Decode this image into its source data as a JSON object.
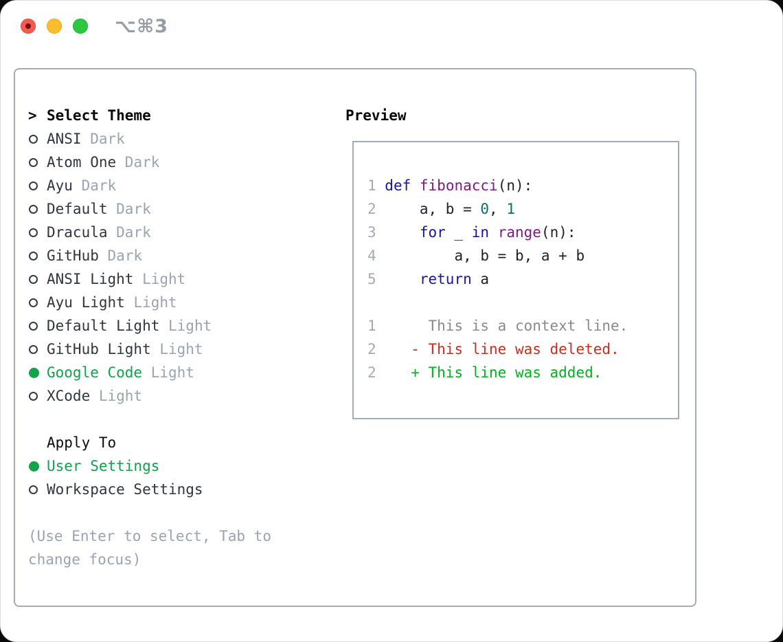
{
  "titlebar": {
    "shortcut": "⌥⌘3",
    "lights": [
      "close",
      "minimize",
      "maximize"
    ]
  },
  "colors": {
    "selected_green": "#12a24b",
    "meta_gray": "#9aa3b2",
    "panel_border": "#a3abb8",
    "keyword_blue": "#16169b",
    "type_purple": "#7d1a7d",
    "literal_teal": "#0d6e6e",
    "diff_red": "#cc2e1d",
    "diff_green": "#00b41f"
  },
  "theme_list": {
    "header": "Select Theme",
    "header_marker": ">",
    "items": [
      {
        "name": "ANSI",
        "tag": "Dark",
        "selected": false
      },
      {
        "name": "Atom One",
        "tag": "Dark",
        "selected": false
      },
      {
        "name": "Ayu",
        "tag": "Dark",
        "selected": false
      },
      {
        "name": "Default",
        "tag": "Dark",
        "selected": false
      },
      {
        "name": "Dracula",
        "tag": "Dark",
        "selected": false
      },
      {
        "name": "GitHub",
        "tag": "Dark",
        "selected": false
      },
      {
        "name": "ANSI Light",
        "tag": "Light",
        "selected": false
      },
      {
        "name": "Ayu Light",
        "tag": "Light",
        "selected": false
      },
      {
        "name": "Default Light",
        "tag": "Light",
        "selected": false
      },
      {
        "name": "GitHub Light",
        "tag": "Light",
        "selected": false
      },
      {
        "name": "Google Code",
        "tag": "Light",
        "selected": true
      },
      {
        "name": "XCode",
        "tag": "Light",
        "selected": false
      }
    ]
  },
  "apply_to": {
    "header": "Apply To",
    "options": [
      {
        "label": "User Settings",
        "selected": true
      },
      {
        "label": "Workspace Settings",
        "selected": false
      }
    ]
  },
  "help_text": "(Use Enter to select, Tab to change focus)",
  "preview": {
    "header": "Preview",
    "lines": [
      {
        "tokens": [
          {
            "t": "1 ",
            "c": "num"
          },
          {
            "t": "def",
            "c": "kwd"
          },
          {
            "t": " ",
            "c": "pln"
          },
          {
            "t": "fibonacci",
            "c": "typ"
          },
          {
            "t": "(n):",
            "c": "pln"
          }
        ]
      },
      {
        "tokens": [
          {
            "t": "2 ",
            "c": "num"
          },
          {
            "t": "    a, b = ",
            "c": "pln"
          },
          {
            "t": "0",
            "c": "lit"
          },
          {
            "t": ", ",
            "c": "pln"
          },
          {
            "t": "1",
            "c": "lit"
          }
        ]
      },
      {
        "tokens": [
          {
            "t": "3 ",
            "c": "num"
          },
          {
            "t": "    ",
            "c": "pln"
          },
          {
            "t": "for",
            "c": "kwd"
          },
          {
            "t": " _ ",
            "c": "pln"
          },
          {
            "t": "in",
            "c": "kwd"
          },
          {
            "t": " ",
            "c": "pln"
          },
          {
            "t": "range",
            "c": "typ"
          },
          {
            "t": "(n):",
            "c": "pln"
          }
        ]
      },
      {
        "tokens": [
          {
            "t": "4 ",
            "c": "num"
          },
          {
            "t": "        a, b = b, a + b",
            "c": "pln"
          }
        ]
      },
      {
        "tokens": [
          {
            "t": "5 ",
            "c": "num"
          },
          {
            "t": "    ",
            "c": "pln"
          },
          {
            "t": "return",
            "c": "kwd"
          },
          {
            "t": " a",
            "c": "pln"
          }
        ]
      },
      {
        "tokens": []
      },
      {
        "tokens": [
          {
            "t": "1",
            "c": "num"
          },
          {
            "t": "      This is a context line.",
            "c": "ctx"
          }
        ]
      },
      {
        "tokens": [
          {
            "t": "2",
            "c": "num"
          },
          {
            "t": "    - This line was deleted.",
            "c": "del"
          }
        ]
      },
      {
        "tokens": [
          {
            "t": "2",
            "c": "num"
          },
          {
            "t": "    + This line was added.",
            "c": "add"
          }
        ]
      }
    ]
  }
}
